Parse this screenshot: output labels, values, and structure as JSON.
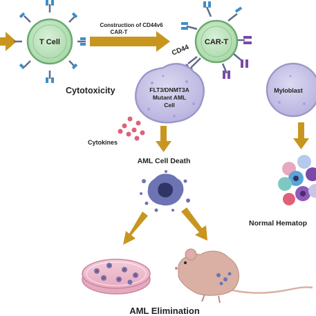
{
  "nodes": {
    "t_cell": "T Cell",
    "car_t": "CAR-T",
    "cd44": "CD44",
    "aml_cell": [
      "FLT3/DNMT3A",
      "Mutant AML",
      "Cell"
    ],
    "myeloblast": "Myloblast"
  },
  "labels": {
    "construction": [
      "Construction of CD44v6",
      "CAR-T"
    ],
    "cytotoxicity": "Cytotoxicity",
    "cytokines": "Cytokines",
    "aml_cell_death": "AML Cell Death",
    "normal_hematop": "Normal Hematop",
    "aml_elimination": "AML Elimination"
  },
  "colors": {
    "arrow": "#c8951f",
    "tcell_fill": "#bfe3c0",
    "tcell_stroke": "#6aaa6e",
    "aml_fill": "#c9c6e6",
    "aml_stroke": "#9c97c9",
    "receptor_blue": "#3f8ec7",
    "receptor_purple": "#7b4aa8",
    "cytokine": "#e0607a",
    "cd44_text": "#3c7a2c",
    "debris": "#6c74b4",
    "mouse": "#d9b0a3"
  },
  "icons": [
    "t-cell-icon",
    "car-t-cell-icon",
    "aml-cell-icon",
    "myeloblast-icon",
    "cytokine-dots-icon",
    "dying-cell-debris-icon",
    "hematopoietic-cells-icon",
    "petri-dish-icon",
    "mouse-icon"
  ]
}
